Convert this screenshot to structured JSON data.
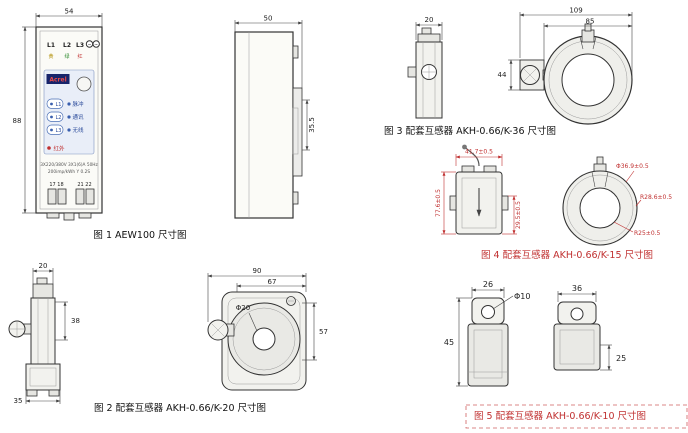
{
  "fig1": {
    "caption": "图 1 AEW100 尺寸图",
    "dim_width": "54",
    "dim_height": "88",
    "phases": [
      "L1",
      "L2",
      "L3"
    ],
    "phase_colors": [
      "黄",
      "绿",
      "红"
    ],
    "aux_symbol": "~",
    "brand": "Acrel",
    "leds": [
      "L1",
      "L2",
      "L3"
    ],
    "functions": [
      "脉冲",
      "通讯",
      "无线"
    ],
    "infrared": "红外",
    "spec_line1": "3X220/380V 3X1(6)A 50Hz",
    "spec_line2": "200imp/kWh  Y  0.2S",
    "terminals_left": "17 18",
    "terminals_right": "21 22",
    "side_dim_width": "50",
    "side_dim_rail": "35.5"
  },
  "fig2": {
    "caption": "图 2 配套互感器 AKH-0.66/K-20 尺寸图",
    "dim_side_top": "20",
    "dim_side_mid": "38",
    "dim_side_bottom": "35",
    "dim_front_width": "90",
    "dim_front_inner": "67",
    "dim_hole": "Φ20",
    "dim_front_height": "57"
  },
  "fig3": {
    "caption": "图 3 配套互感器 AKH-0.66/K-36 尺寸图",
    "dim_side_top": "20",
    "dim_foot": "44",
    "dim_total_width": "109",
    "dim_ring_width": "85"
  },
  "fig4": {
    "caption": "图 4 配套互感器 AKH-0.66/K-15 尺寸图",
    "dim_top": "41.7±0.5",
    "dim_left": "77.6±0.5",
    "dim_right": "29.5±0.5",
    "dim_ring_outer": "Φ36.9±0.5",
    "dim_ring_mid": "R28.6±0.5",
    "dim_ring_inner": "R25±0.5"
  },
  "fig5": {
    "caption": "图 5 配套互感器 AKH-0.66/K-10 尺寸图",
    "dim_left_width": "26",
    "dim_left_hole": "Φ10",
    "dim_left_height": "45",
    "dim_right_width": "36",
    "dim_right_height": "25"
  }
}
